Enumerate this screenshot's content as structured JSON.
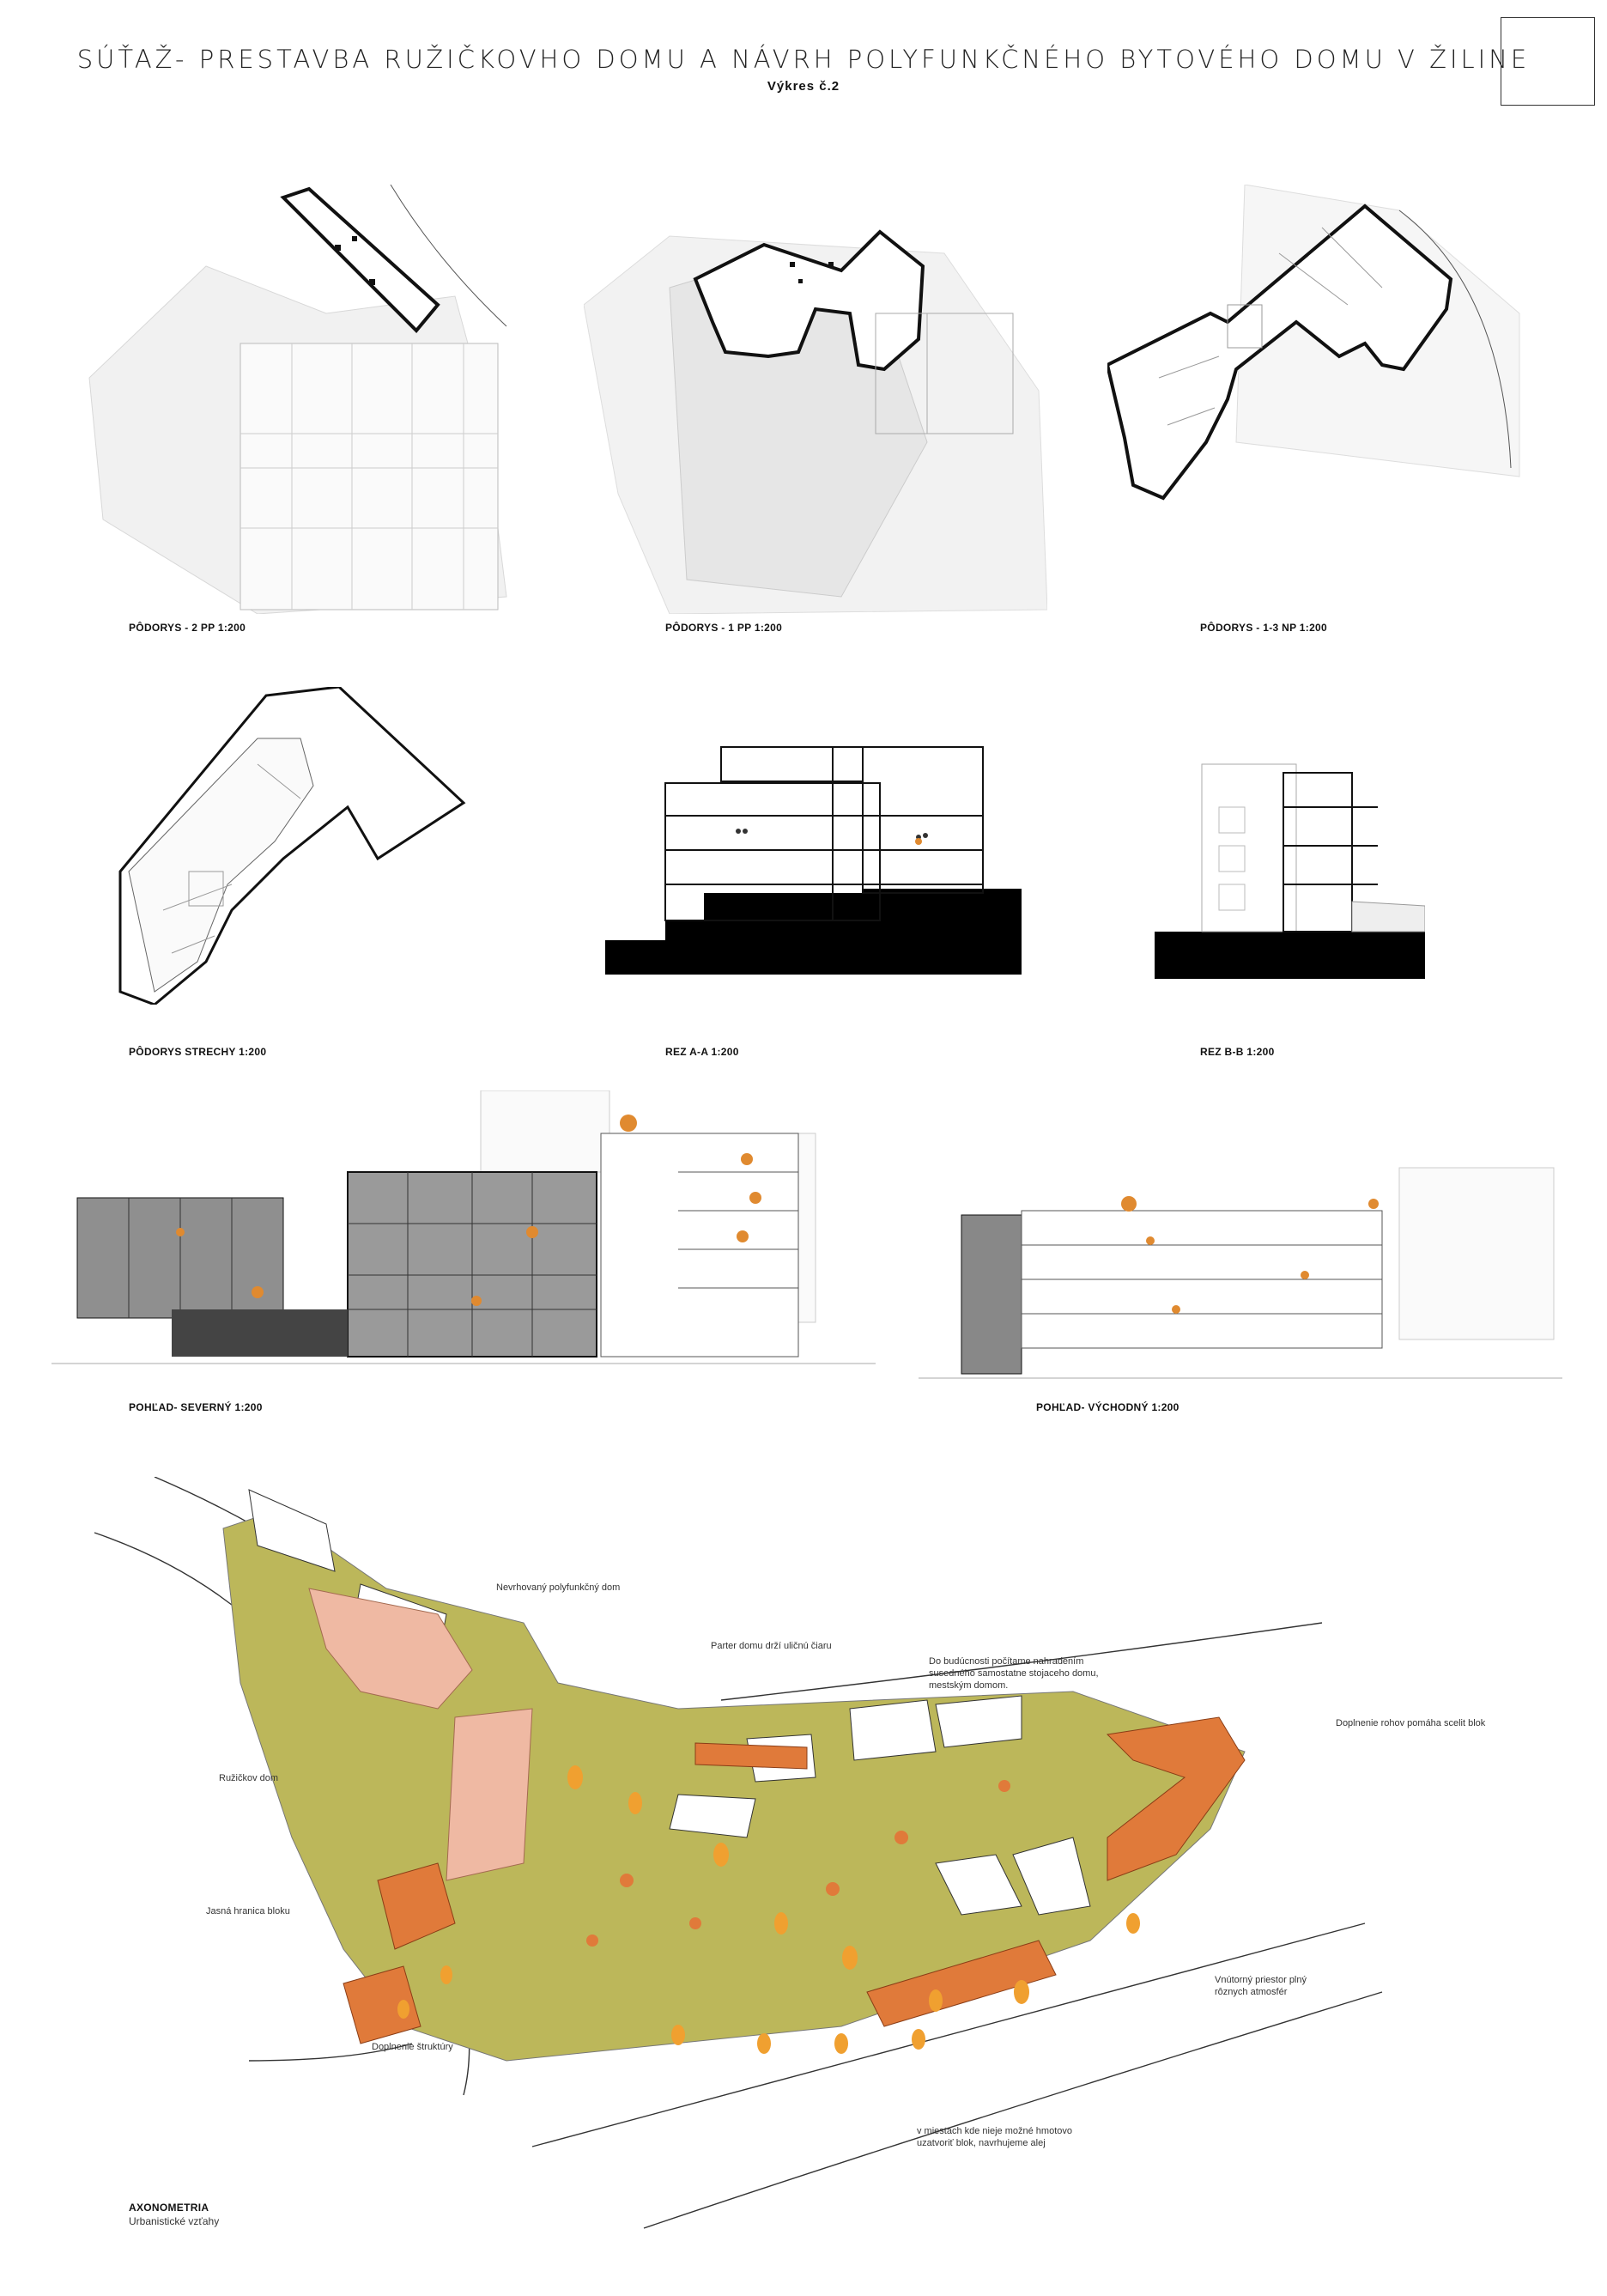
{
  "header": {
    "title": "SÚŤAŽ- PRESTAVBA RUŽIČKOVHO DOMU A NÁVRH POLYFUNKČNÉHO BYTOVÉHO DOMU V ŽILINE",
    "subtitle": "Výkres č.2"
  },
  "drawings": {
    "plan_2pp": "PÔDORYS - 2 PP 1:200",
    "plan_1pp": "PÔDORYS - 1 PP 1:200",
    "plan_13np": "PÔDORYS - 1-3 NP 1:200",
    "plan_roof": "PÔDORYS STRECHY 1:200",
    "section_aa": "REZ A-A 1:200",
    "section_bb": "REZ B-B 1:200",
    "view_north": "POHĽAD- SEVERNÝ 1:200",
    "view_east": "POHĽAD- VÝCHODNÝ 1:200"
  },
  "axonometry": {
    "title": "AXONOMETRIA",
    "subtitle": "Urbanistické vzťahy",
    "annotations": {
      "a1": "Nevrhovaný polyfunkčný dom",
      "a2": "Parter domu drží uličnú čiaru",
      "a3_l1": "Do budúcnosti počítame nahradením",
      "a3_l2": "susedného samostatne stojaceho domu,",
      "a3_l3": "mestským domom.",
      "a4": "Doplnenie rohov pomáha scelit blok",
      "a5": "Ružičkov dom",
      "a6": "Jasná hranica bloku",
      "a7_l1": "Vnútorný priestor plný",
      "a7_l2": "rôznych atmosfér",
      "a8": "Doplnenie štruktúry",
      "a9_l1": "v miestach kde nieje možné hmotovo",
      "a9_l2": "uzatvoriť blok, navrhujeme alej"
    }
  },
  "colors": {
    "orange": "#e07a3a",
    "salmon": "#efb9a3",
    "lawn": "#bcb75a",
    "tree": "#f0a030",
    "line": "#222222"
  }
}
